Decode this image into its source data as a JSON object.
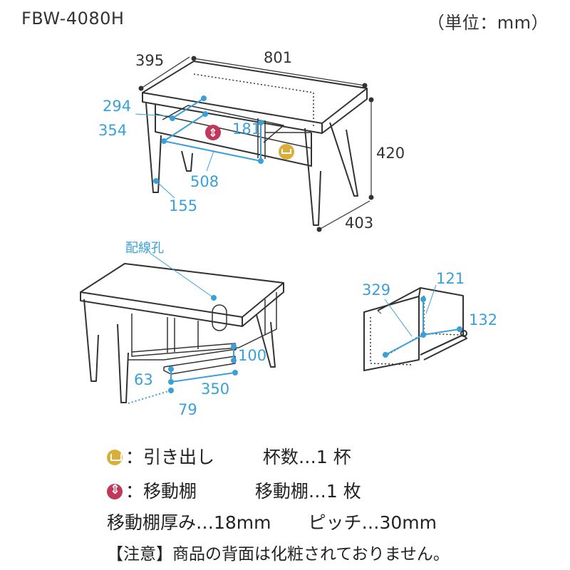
{
  "header": {
    "model": "FBW-4080H",
    "unit": "（単位：mm）"
  },
  "dimensions": {
    "depth_top": "395",
    "width_top": "801",
    "height": "420",
    "depth_base": "403",
    "inner_depth": "294",
    "inner_height": "354",
    "shelf_height": "181",
    "inner_width": "508",
    "leg_clearance": "155",
    "back_cable_label": "配線孔",
    "back_100": "100",
    "back_63": "63",
    "back_350": "350",
    "back_79": "79",
    "drawer_329": "329",
    "drawer_121": "121",
    "drawer_132": "132"
  },
  "legend": {
    "drawer_label": "：引き出し",
    "drawer_count": "杯数…1 杯",
    "shelf_label": "：移動棚",
    "shelf_count": "移動棚…1 枚",
    "thickness": "移動棚厚み…18mm",
    "pitch": "ピッチ…30mm"
  },
  "note": "【注意】商品の背面は化粧されておりません。",
  "colors": {
    "line": "#333333",
    "dim_blue": "#3aa0d8",
    "drawer_badge": "#d9ae3a",
    "shelf_badge": "#c0385b"
  }
}
